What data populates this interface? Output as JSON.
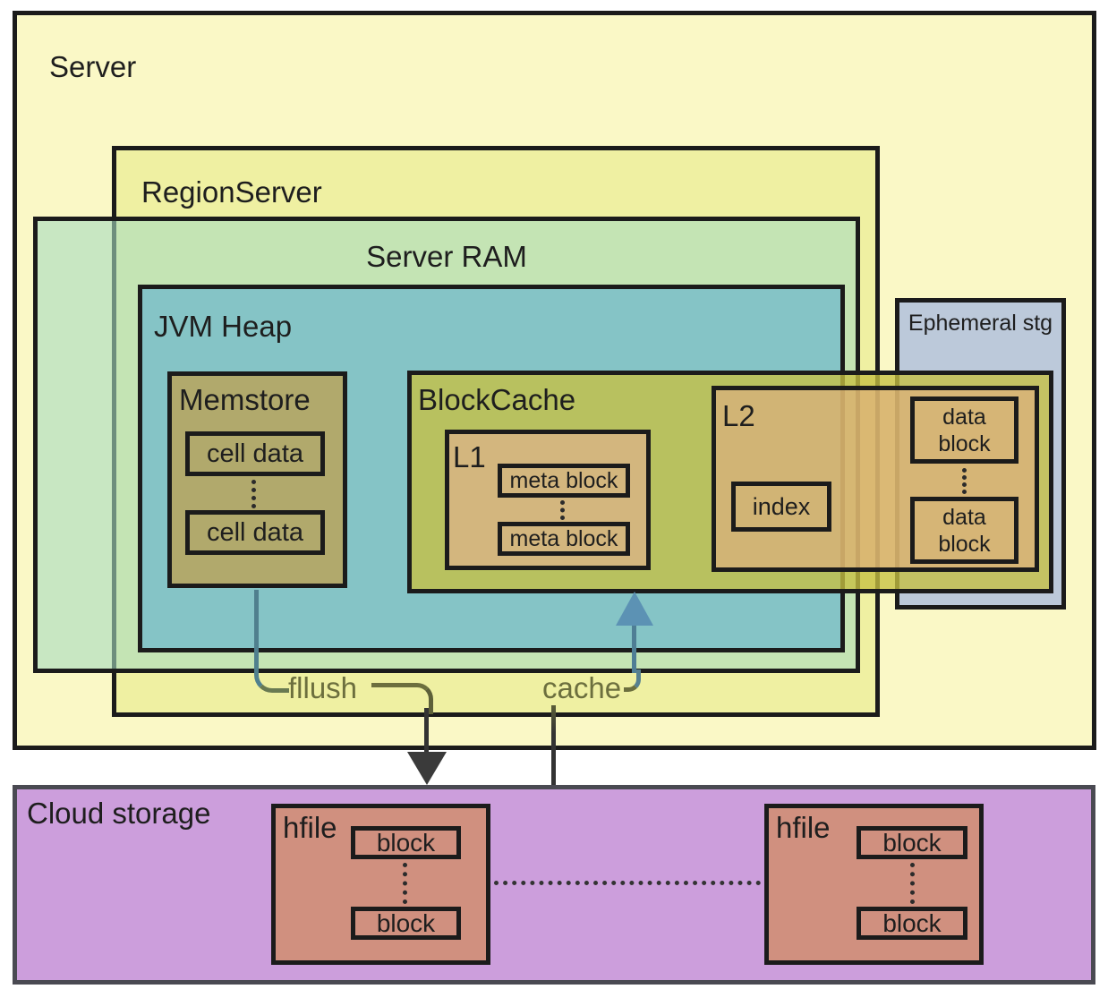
{
  "palette": {
    "server_fill": "#faf8c6",
    "region_server_fill": "#eff0a2",
    "server_ram_fill": "rgba(167,220,192,0.6)",
    "jvm_heap_fill": "#85c4c6",
    "memstore_fill": "#b1a96c",
    "block_cache_fill": "rgba(198,192,65,0.78)",
    "l1_fill": "#d3b67e",
    "l2_fill": "rgba(225,172,130,0.62)",
    "ephemeral_fill": "#bcc9da",
    "cloud_fill": "#cc9edc",
    "hfile_fill": "#d0907f",
    "box_border": "#1b1b1b",
    "cloud_border": "#4a4a52",
    "flow_label_color": "#6c6f3e",
    "cache_arrow_color": "#5c92b4",
    "flush_arrow_color": "#3a3a3a"
  },
  "diagram": {
    "server": {
      "label": "Server"
    },
    "region_server": {
      "label": "RegionServer"
    },
    "server_ram": {
      "label": "Server RAM"
    },
    "jvm_heap": {
      "label": "JVM Heap"
    },
    "memstore": {
      "label": "Memstore",
      "items": [
        "cell data",
        "cell data"
      ]
    },
    "block_cache": {
      "label": "BlockCache"
    },
    "l1": {
      "label": "L1",
      "items": [
        "meta block",
        "meta block"
      ]
    },
    "l2": {
      "label": "L2",
      "index_label": "index"
    },
    "ephemeral": {
      "label": "Ephemeral stg",
      "items": [
        "data block",
        "data block"
      ]
    },
    "flows": {
      "flush_label": "fllush",
      "cache_label": "cache"
    },
    "cloud": {
      "label": "Cloud storage",
      "hfiles": [
        {
          "label": "hfile",
          "items": [
            "block",
            "block"
          ]
        },
        {
          "label": "hfile",
          "items": [
            "block",
            "block"
          ]
        }
      ]
    }
  }
}
